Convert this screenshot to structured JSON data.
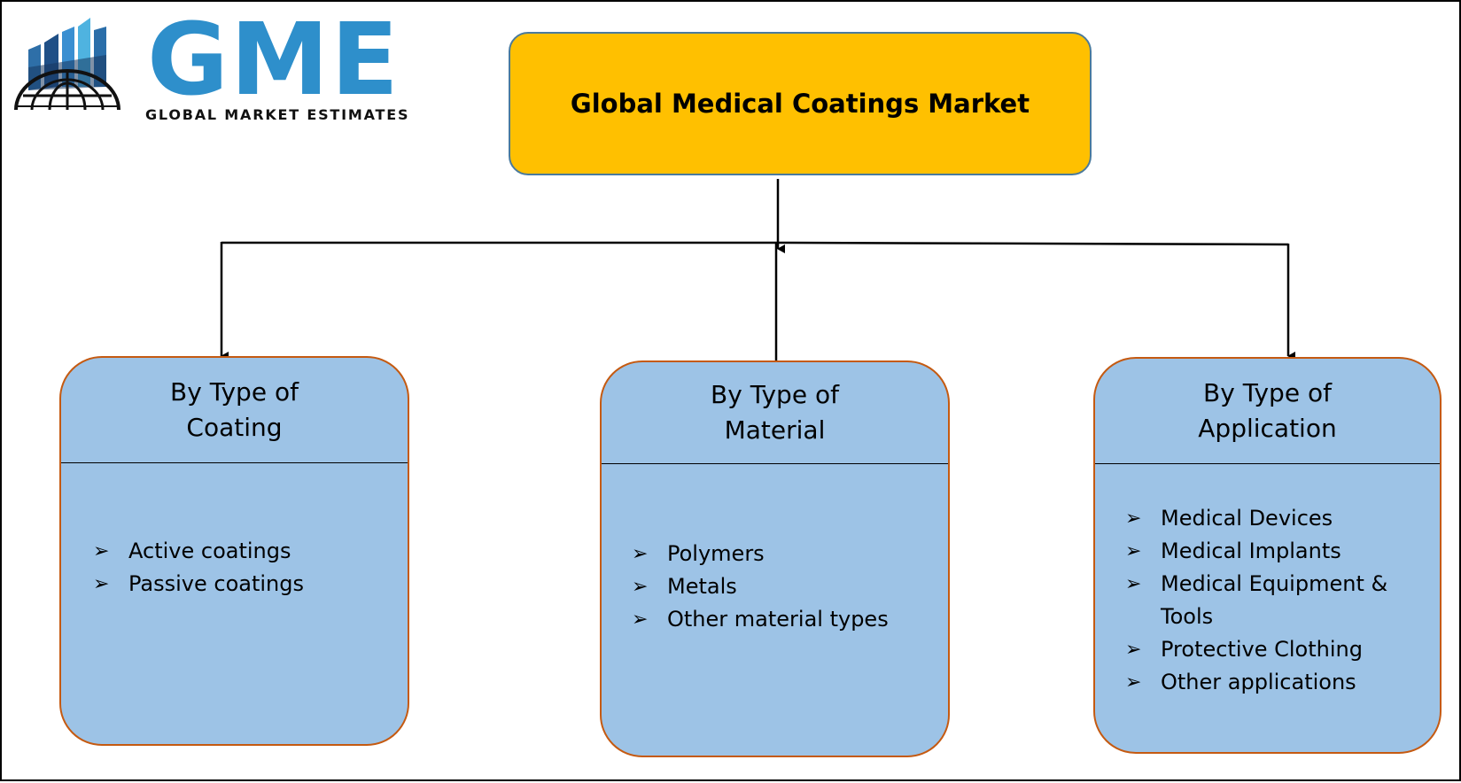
{
  "logo": {
    "name": "GME",
    "tagline": "GLOBAL MARKET ESTIMATES"
  },
  "root": {
    "title": "Global Medical Coatings Market"
  },
  "categories": [
    {
      "title": "By Type of\nCoating",
      "items": [
        "Active coatings",
        "Passive coatings"
      ]
    },
    {
      "title": "By Type of\nMaterial",
      "items": [
        "Polymers",
        "Metals",
        "Other material types"
      ]
    },
    {
      "title": "By Type of\nApplication",
      "items": [
        "Medical Devices",
        "Medical Implants",
        "Medical Equipment &",
        "Tools",
        "Protective Clothing",
        "Other applications"
      ]
    }
  ],
  "colors": {
    "root_fill": "#ffc000",
    "card_fill": "#9dc3e6",
    "card_border": "#c55a11",
    "logo_blue": "#2e8fcb"
  },
  "icons": {
    "bullet": "arrow-bullet-icon",
    "logo_mark": "globe-bars-icon"
  }
}
